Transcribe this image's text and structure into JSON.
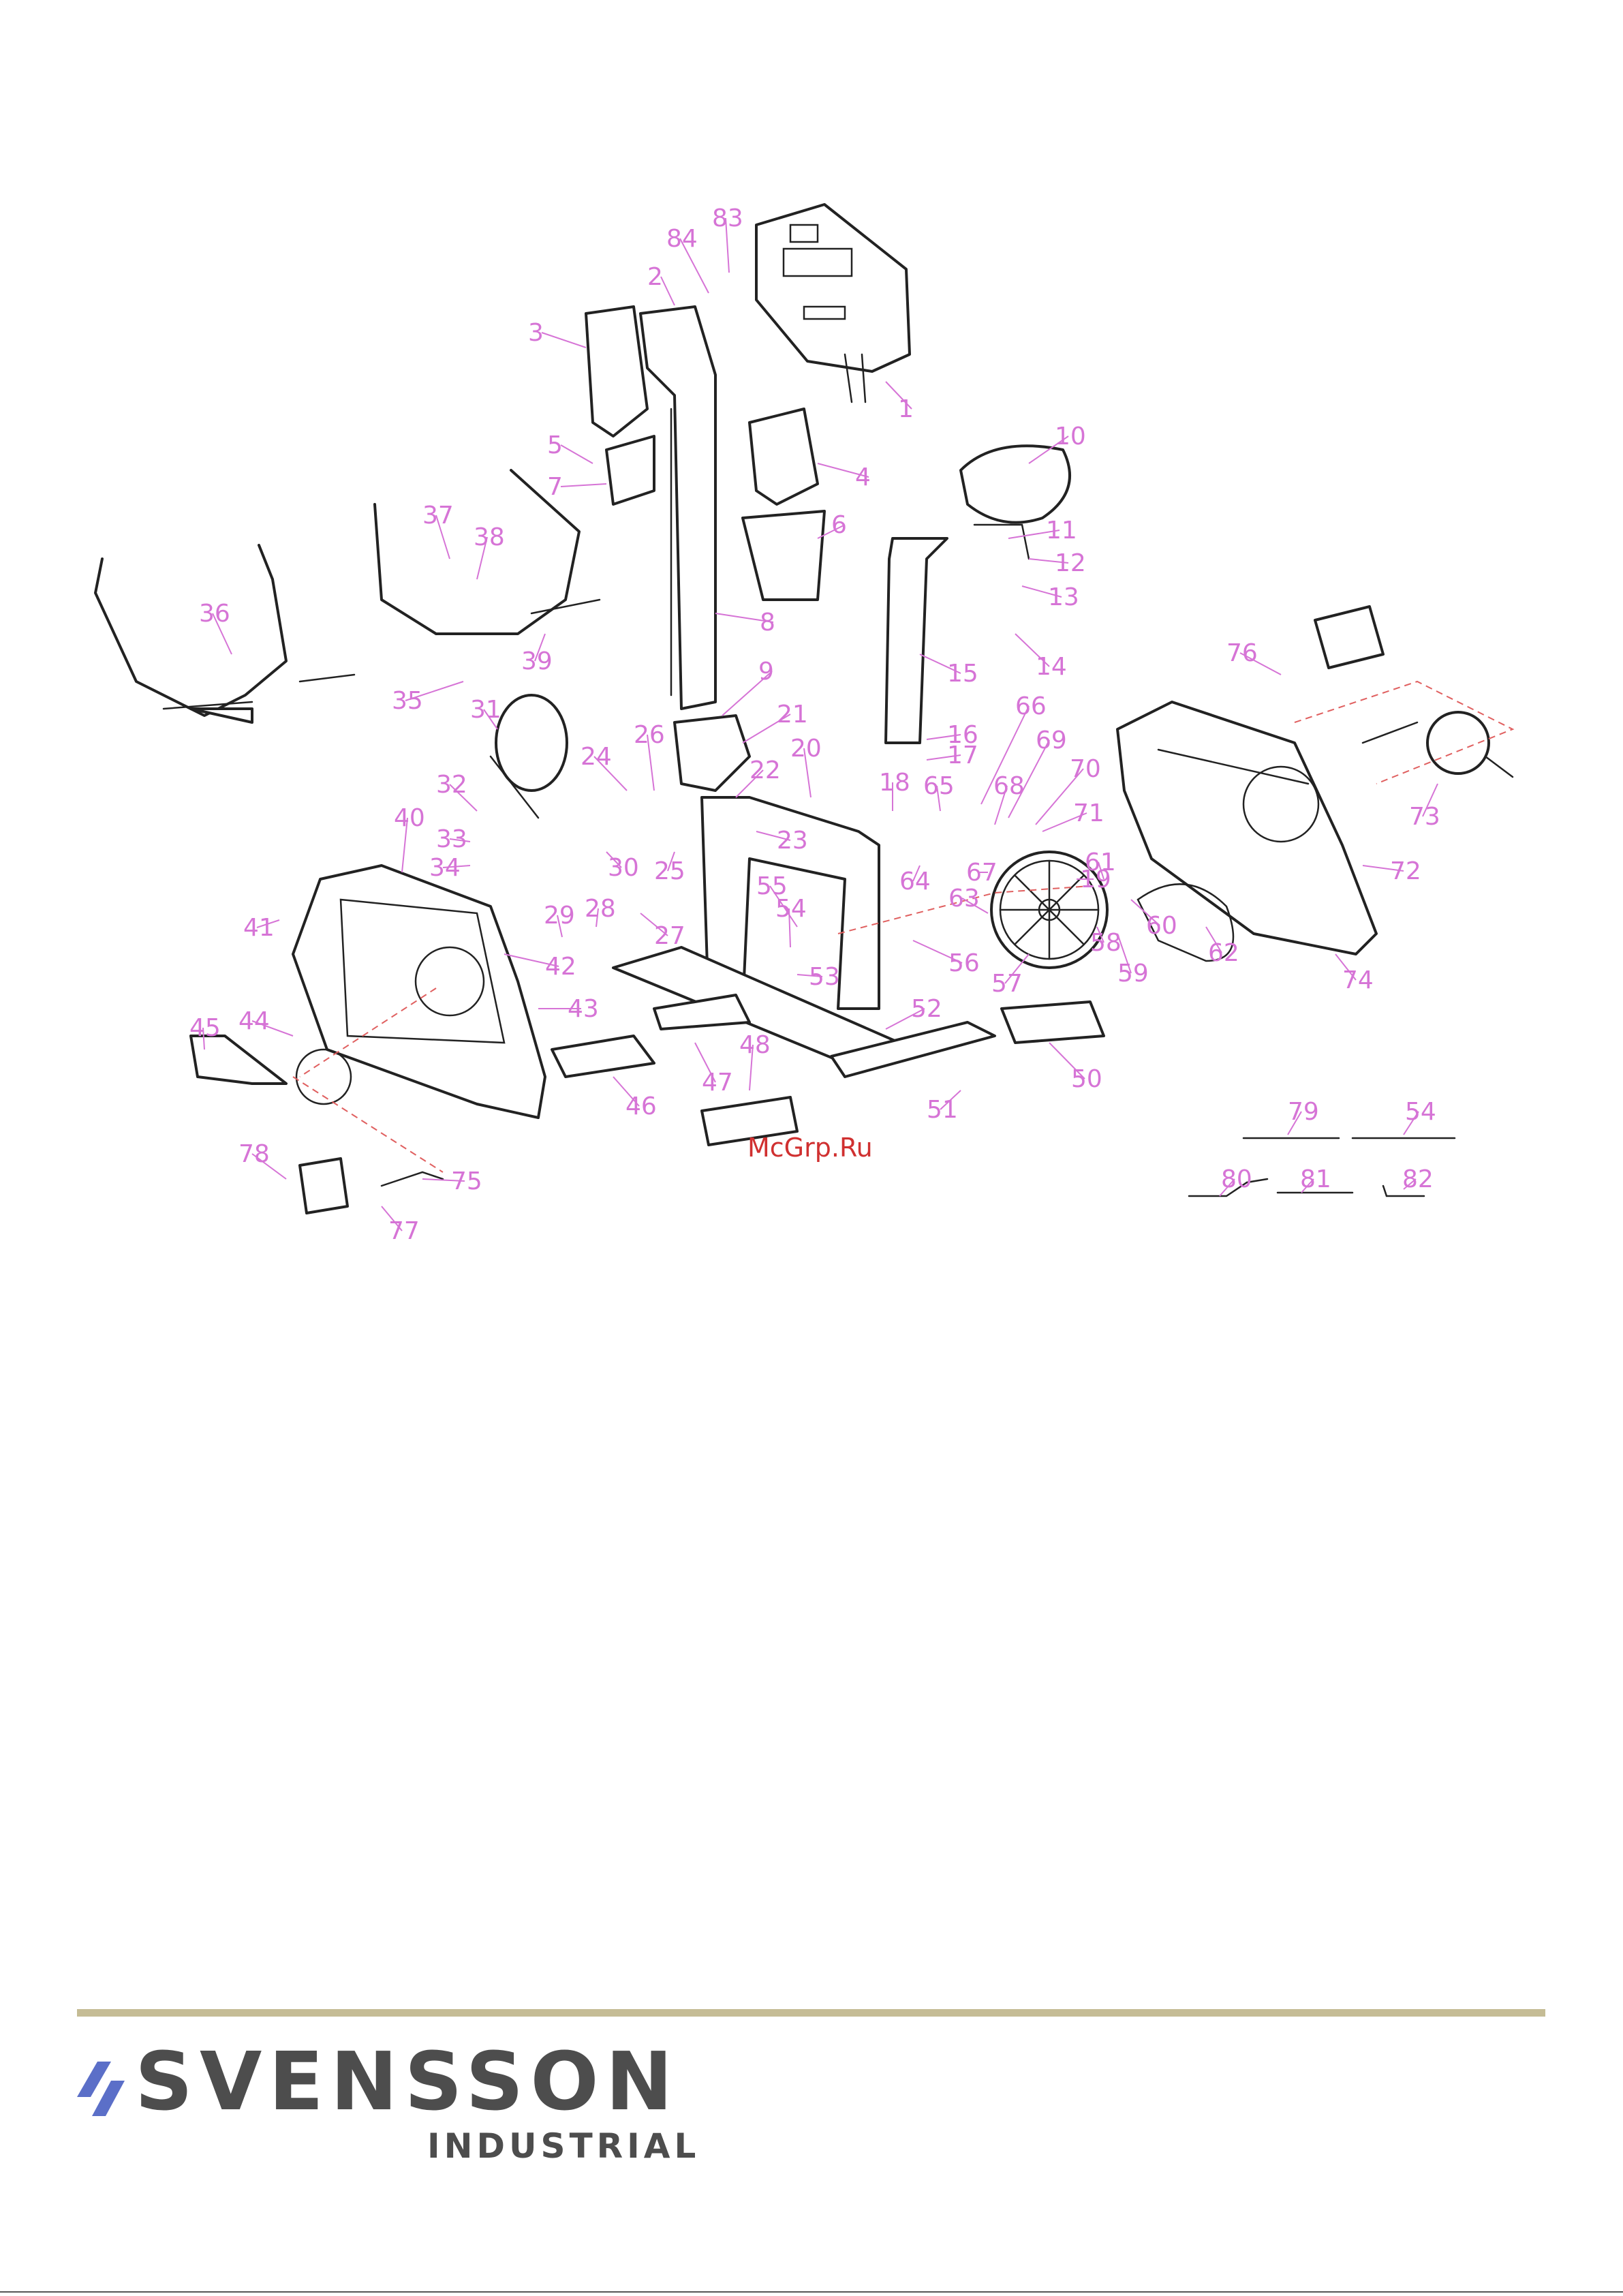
{
  "watermark": "McGrp.Ru",
  "brand": {
    "name": "SVENSSON",
    "subtitle": "INDUSTRIAL",
    "accent_color": "#5b6fc8",
    "rule_color": "#c5bc95",
    "text_color": "#4d4d4d"
  },
  "callouts": [
    "1",
    "2",
    "3",
    "4",
    "5",
    "6",
    "7",
    "8",
    "9",
    "10",
    "11",
    "12",
    "13",
    "14",
    "15",
    "16",
    "17",
    "18",
    "19",
    "20",
    "21",
    "22",
    "23",
    "24",
    "25",
    "26",
    "27",
    "28",
    "29",
    "30",
    "31",
    "32",
    "33",
    "34",
    "35",
    "36",
    "37",
    "38",
    "39",
    "40",
    "41",
    "42",
    "43",
    "44",
    "45",
    "46",
    "47",
    "48",
    "50",
    "51",
    "52",
    "53",
    "54",
    "55",
    "56",
    "57",
    "58",
    "59",
    "60",
    "61",
    "62",
    "63",
    "64",
    "65",
    "66",
    "67",
    "68",
    "69",
    "70",
    "71",
    "72",
    "73",
    "74",
    "75",
    "76",
    "77",
    "78",
    "79",
    "54",
    "80",
    "81",
    "82",
    "83",
    "84"
  ],
  "callout_color": "#d674d6"
}
